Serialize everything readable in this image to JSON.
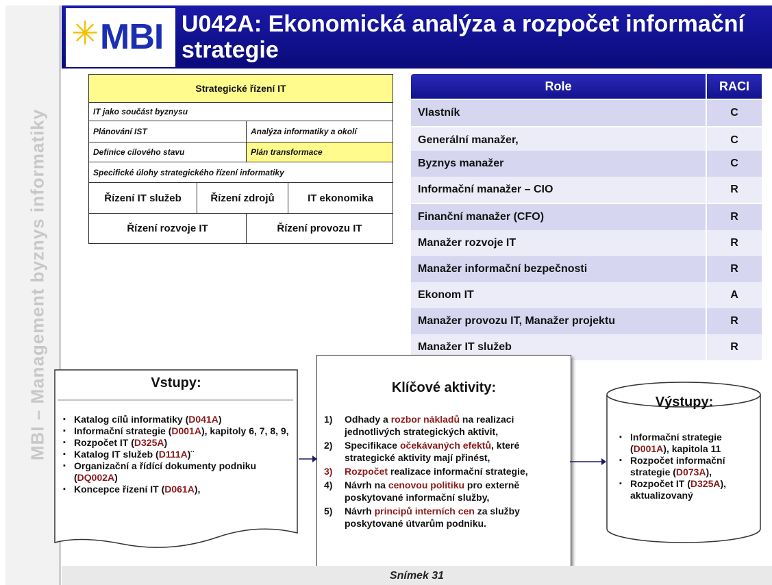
{
  "sidebar": {
    "vertical_text": "MBI – Management byznys informatiky"
  },
  "header": {
    "logo_text": "MBI",
    "title": "U042A: Ekonomická analýza a rozpočet informační strategie"
  },
  "strategic": {
    "heading": "Strategické řízení IT",
    "row1": "IT jako součást byznysu",
    "row2_left": "Plánování IST",
    "row2_right": "Analýza informatiky a okolí",
    "row3_left": "Definice cílového stavu",
    "row3_right": "Plán transformace",
    "row4": "Specifické úlohy strategického řízení informatiky",
    "row5": [
      "Řízení IT služeb",
      "Řízení  zdrojů",
      "IT ekonomika"
    ],
    "row6": [
      "Řízení rozvoje IT",
      "Řízení provozu IT"
    ]
  },
  "raci": {
    "header_role": "Role",
    "header_raci": "RACI",
    "rows": [
      {
        "role": "Vlastník",
        "raci": "C"
      },
      {
        "role": "Generální manažer,",
        "raci": "C"
      },
      {
        "role": "Byznys manažer",
        "raci": "C"
      },
      {
        "role": "Informační manažer – CIO",
        "raci": "R"
      },
      {
        "role": "Finanční manažer (CFO)",
        "raci": "R"
      },
      {
        "role": "Manažer rozvoje IT",
        "raci": "R"
      },
      {
        "role": "Manažer informační  bezpečnosti",
        "raci": "R"
      },
      {
        "role": "Ekonom IT",
        "raci": "A"
      },
      {
        "role": "Manažer provozu IT, Manažer projektu",
        "raci": "R"
      },
      {
        "role": "Manažer IT služeb",
        "raci": "R"
      }
    ]
  },
  "inputs": {
    "title": "Vstupy:",
    "items": [
      {
        "text": "Katalog cílů informatiky (",
        "code": "D041A",
        "after": ")"
      },
      {
        "text": "Informační strategie (",
        "code": "D001A",
        "after": "), kapitoly 6, 7, 8, 9,"
      },
      {
        "text": "Rozpočet IT (",
        "code": "D325A",
        "after": ")"
      },
      {
        "text": "Katalog IT služeb (",
        "code": "D111A",
        "after": ")¨"
      },
      {
        "text": "Organizační a řídící dokumenty podniku (",
        "code": "DQ002A",
        "after": ")"
      },
      {
        "text": "Koncepce řízení IT (",
        "code": "D061A",
        "after": "),"
      }
    ]
  },
  "activities": {
    "title": "Klíčové aktivity:",
    "items": [
      {
        "num": "1)",
        "pre": "Odhady a ",
        "hl": "rozbor nákladů",
        "post": " na realizaci jednotlivých strategických aktivit,"
      },
      {
        "num": "2)",
        "pre": "Specifikace ",
        "hl": "očekávaných efektů",
        "post": ", které strategické aktivity mají přinést,"
      },
      {
        "num": "3)",
        "pre": "",
        "hl": "Rozpočet",
        "post": " realizace informační strategie,"
      },
      {
        "num": "4)",
        "pre": "Návrh na ",
        "hl": "cenovou politiku",
        "post": " pro externě poskytované informační služby,"
      },
      {
        "num": "5)",
        "pre": "Návrh ",
        "hl": "principů interních cen",
        "post": " za služby poskytované útvarům podniku."
      }
    ]
  },
  "outputs": {
    "title": "Výstupy:",
    "items": [
      {
        "text": "Informační strategie (",
        "code": "D001A",
        "after": "), kapitola 11"
      },
      {
        "text": "Rozpočet informační strategie (",
        "code": "D073A",
        "after": "),"
      },
      {
        "text": "Rozpočet IT (",
        "code": "D325A",
        "after": "), aktualizovaný"
      }
    ]
  },
  "footer": {
    "slide_label": "Snímek  31"
  },
  "colors": {
    "header_blue": "#12128e",
    "yellow": "#fffb8c",
    "code_red": "#8b1a1a",
    "raci_light": "#ececf8",
    "raci_dark": "#d6d6f0"
  }
}
